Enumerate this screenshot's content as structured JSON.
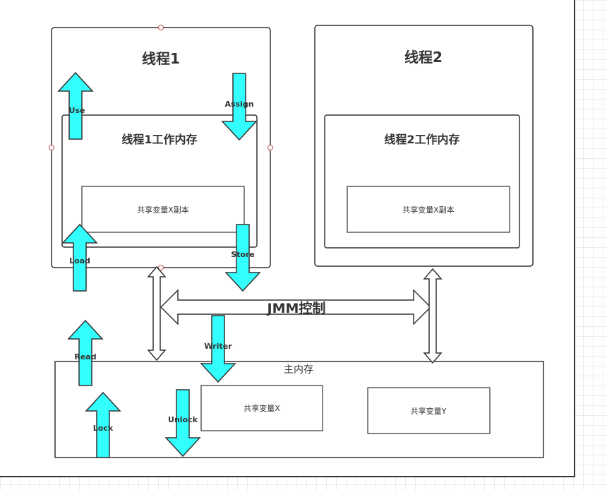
{
  "diagram": {
    "thread1": {
      "title": "线程1",
      "working_memory": "线程1工作内存",
      "copy": "共享变量X副本"
    },
    "thread2": {
      "title": "线程2",
      "working_memory": "线程2工作内存",
      "copy": "共享变量X副本"
    },
    "main_memory": {
      "title": "主内存",
      "var_x": "共享变量X",
      "var_y": "共享变量Y"
    },
    "jmm_label": "JMM控制",
    "operations": {
      "use": "Use",
      "assign": "Assign",
      "load": "Load",
      "store": "Store",
      "read": "Read",
      "writer": "Writer",
      "lock": "Lock",
      "unlock": "Unlock"
    },
    "colors": {
      "arrow_fill": "#33ffff",
      "stroke": "#333333"
    }
  }
}
